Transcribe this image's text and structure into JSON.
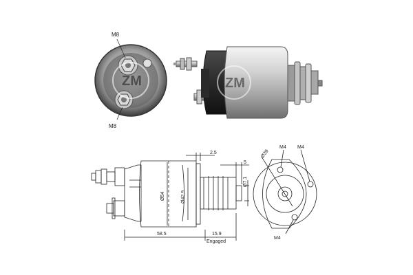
{
  "photo_views": {
    "front_view": {
      "upper_terminal_label": "M8",
      "lower_terminal_label": "M8",
      "logo_text": "ZM"
    },
    "side_view": {
      "logo_text": "ZM"
    }
  },
  "drawing_views": {
    "side_dimensions": {
      "overall_length": "58.5",
      "engaged_length": "15.9",
      "engaged_label": "Engaged",
      "flange_gap": "2.5",
      "plunger_offset": "5",
      "body_diameter": "Ø54",
      "inner_diameter": "Ø42.9",
      "plunger_diameter": "Ø7.1"
    },
    "end_view": {
      "bolt_circle_diameter": "Ø39",
      "hole_label_top_left": "M4",
      "hole_label_top_right": "M4",
      "hole_label_bottom": "M4"
    }
  },
  "colors": {
    "metal_light": "#d8d8d8",
    "metal_dark": "#6a6a6a",
    "line": "#222222"
  }
}
